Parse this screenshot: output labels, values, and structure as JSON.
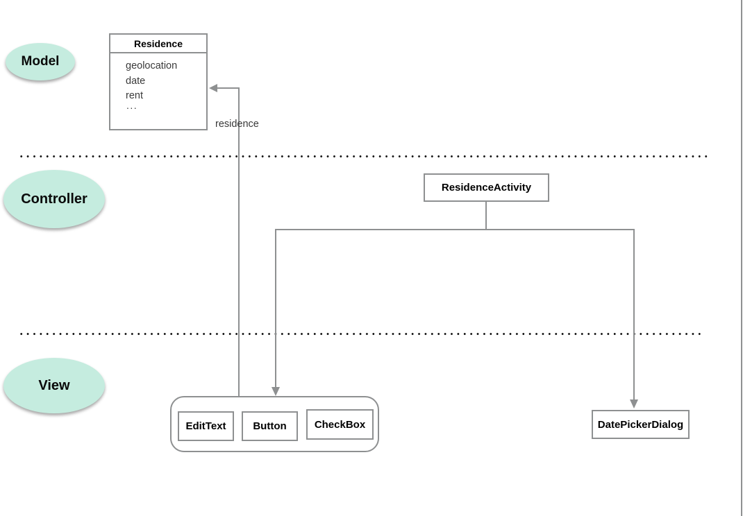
{
  "layers": {
    "model": "Model",
    "controller": "Controller",
    "view": "View"
  },
  "model_class": {
    "title": "Residence",
    "attributes": [
      "geolocation",
      "date",
      "rent"
    ],
    "more_indicator": "..."
  },
  "association": {
    "label": "residence"
  },
  "controller_class": {
    "title": "ResidenceActivity"
  },
  "view_widgets": [
    "EditText",
    "Button",
    "CheckBox"
  ],
  "dialog_class": {
    "title": "DatePickerDialog"
  },
  "colors": {
    "layer_ellipse_fill": "#c5ecdf",
    "connector_gray": "#8e9091",
    "separator_dot": "#151515",
    "text_black": "#000000",
    "attribute_text": "#3a3a3a"
  }
}
